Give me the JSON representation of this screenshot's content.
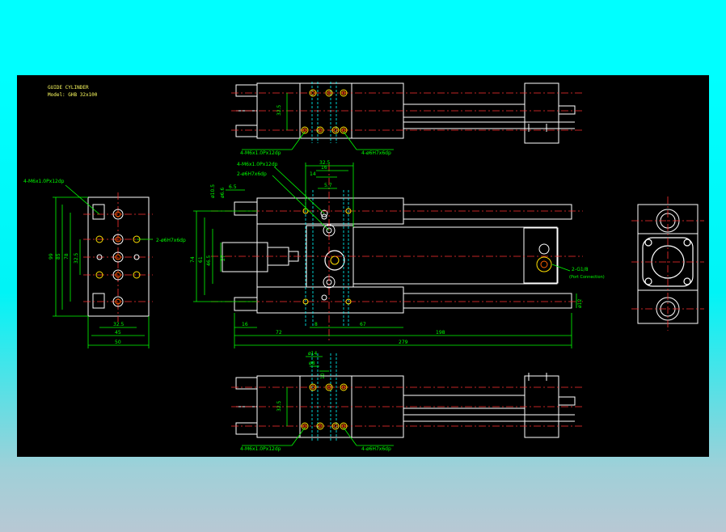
{
  "title": {
    "line1": "GUIDE CYLINDER",
    "line2": "Model: GHB 32x100"
  },
  "callouts": {
    "tap_top": "4-M6x1.0Px12dp",
    "pin_top": "4-ø6H7x6dp",
    "side_tap": "4-M6x1.0Px12dp",
    "side_pin": "2-ø6H7x6dp",
    "mid_tap": "4-M6x1.0Px12dp",
    "mid_pin": "2-ø6H7x6dp",
    "port": "2-G1/8",
    "port_note": "(Port Connection)",
    "tap_bottom": "4-M6x1.0Px12dp",
    "pin_bottom": "4-ø6H7x6dp"
  },
  "dimensions": {
    "side": {
      "h99": "99",
      "h85": "85",
      "h78": "78",
      "h32_5": "32.5",
      "w32_5": "32.5",
      "w45": "45",
      "w50": "50"
    },
    "main": {
      "d32_5": "32.5",
      "d16": "16",
      "d14": "14",
      "d5_7": "5.7",
      "d6_5": "6.5",
      "phi10_5": "ø10.5",
      "phi6_6": "ø6.6",
      "h74": "74",
      "h61": "61",
      "h46_5": "46.5",
      "h27": "27",
      "w16": "16",
      "w8": "8",
      "w67": "67",
      "w72": "72",
      "w198": "198",
      "w279": "279",
      "phi12": "ø12"
    },
    "top": {
      "h32_5": "32.5"
    },
    "bottom": {
      "phi14": "ø14",
      "d8": "ø8",
      "d10": "10",
      "h32_5": "32.5"
    }
  }
}
